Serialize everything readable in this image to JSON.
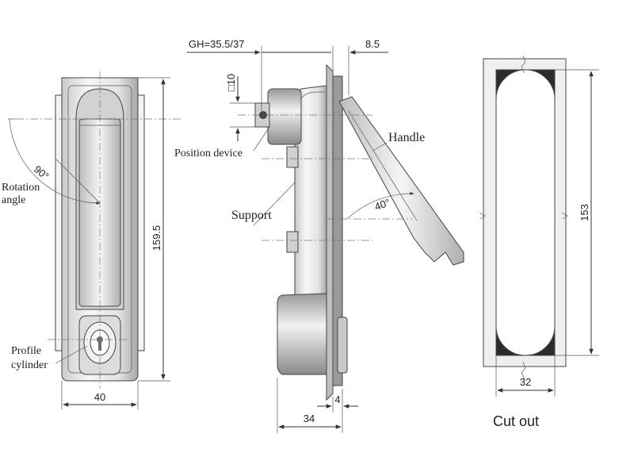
{
  "dimensions": {
    "front_width": "40",
    "front_height": "159.5",
    "gh": "GH=35.5/37",
    "handle_offset": "8.5",
    "square": "□10",
    "body_depth": "34",
    "flange": "4",
    "cutout_width": "32",
    "cutout_height": "153",
    "rotation": "90°",
    "handle_angle": "40°"
  },
  "labels": {
    "rotation_line1": "Rotation",
    "rotation_line2": "angle",
    "profile_line1": "Profile",
    "profile_line2": "cylinder",
    "position_device": "Position device",
    "support": "Support",
    "handle": "Handle",
    "cut_out": "Cut out"
  },
  "colors": {
    "line": "#333333",
    "metal_light": "#f4f4f4",
    "metal_mid": "#d6d6d6",
    "metal_dark": "#8a8a8a",
    "cutout_corner": "#2b2b2b"
  }
}
